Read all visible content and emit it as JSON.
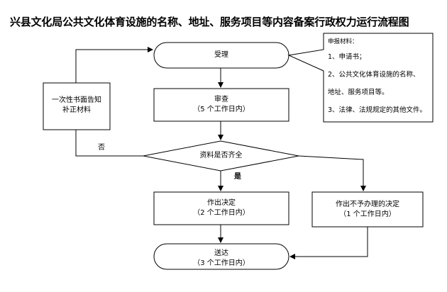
{
  "title": "兴县文化局公共文化体育设施的名称、地址、服务项目等内容备案行政权力运行流程图",
  "nodes": {
    "accept": "受理",
    "review": {
      "line1": "审查",
      "line2": "（5 个工作日内）"
    },
    "decision": "资料是否齐全",
    "notify": {
      "line1": "一次性书面告知",
      "line2": "补正材料"
    },
    "decide": {
      "line1": "作出决定",
      "line2": "（2 个工作日内）"
    },
    "reject": {
      "line1": "作出不予办理的决定",
      "line2": "（1 个工作日内）"
    },
    "deliver": {
      "line1": "送达",
      "line2": "（3 个工作日内）"
    }
  },
  "edges": {
    "no": "否",
    "yes": "是"
  },
  "materials": {
    "heading": "申报材料：",
    "items": [
      "1、申请书；",
      "2、公共文化体育设施的名称、",
      "地址、服务项目等。",
      "3、法律、法规规定的其他文件。"
    ]
  }
}
